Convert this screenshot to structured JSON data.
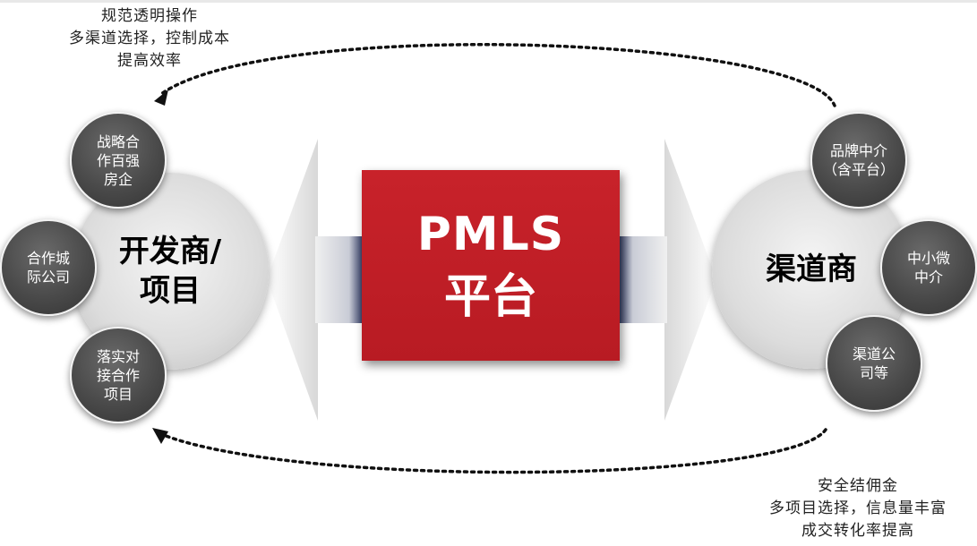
{
  "top_note": [
    "规范透明操作",
    "多渠道选择，控制成本",
    "提高效率"
  ],
  "bottom_note": [
    "安全结佣金",
    "多项目选择，信息量丰富",
    "成交转化率提高"
  ],
  "center": {
    "line1": "PMLS",
    "line2": "平台"
  },
  "left_main": {
    "line1": "开发商/",
    "line2": "项目"
  },
  "right_main": {
    "line1": "渠道商"
  },
  "left_satellites": [
    {
      "lines": [
        "战略合",
        "作百强",
        "房企"
      ]
    },
    {
      "lines": [
        "合作城",
        "际公司"
      ]
    },
    {
      "lines": [
        "落实对",
        "接合作",
        "项目"
      ]
    }
  ],
  "right_satellites": [
    {
      "lines": [
        "品牌中介",
        "（含平台）"
      ]
    },
    {
      "lines": [
        "中小微",
        "中介"
      ]
    },
    {
      "lines": [
        "渠道公",
        "司等"
      ]
    }
  ]
}
